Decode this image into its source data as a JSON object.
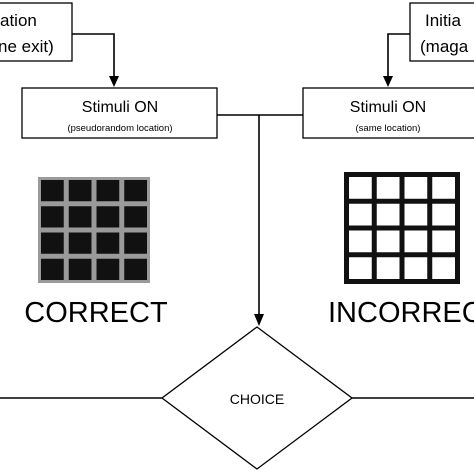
{
  "top_left_box": {
    "line1": "ation",
    "line2": "ne exit)"
  },
  "top_right_box": {
    "line1": "Initia",
    "line2": "(maga"
  },
  "stimuli_left": {
    "title": "Stimuli ON",
    "subtitle": "(pseudorandom location)"
  },
  "stimuli_right": {
    "title": "Stimuli ON",
    "subtitle": "(same location)"
  },
  "correct_label": "CORRECT",
  "incorrect_label": "INCORRECT",
  "choice_label": "CHOICE",
  "grid_icons": {
    "left": "filled-square-grid-icon",
    "right": "outlined-square-grid-icon",
    "rows": 4,
    "cols": 4
  },
  "colors": {
    "line": "#000000",
    "fill": "#ffffff",
    "cell_dark": "#111111"
  }
}
